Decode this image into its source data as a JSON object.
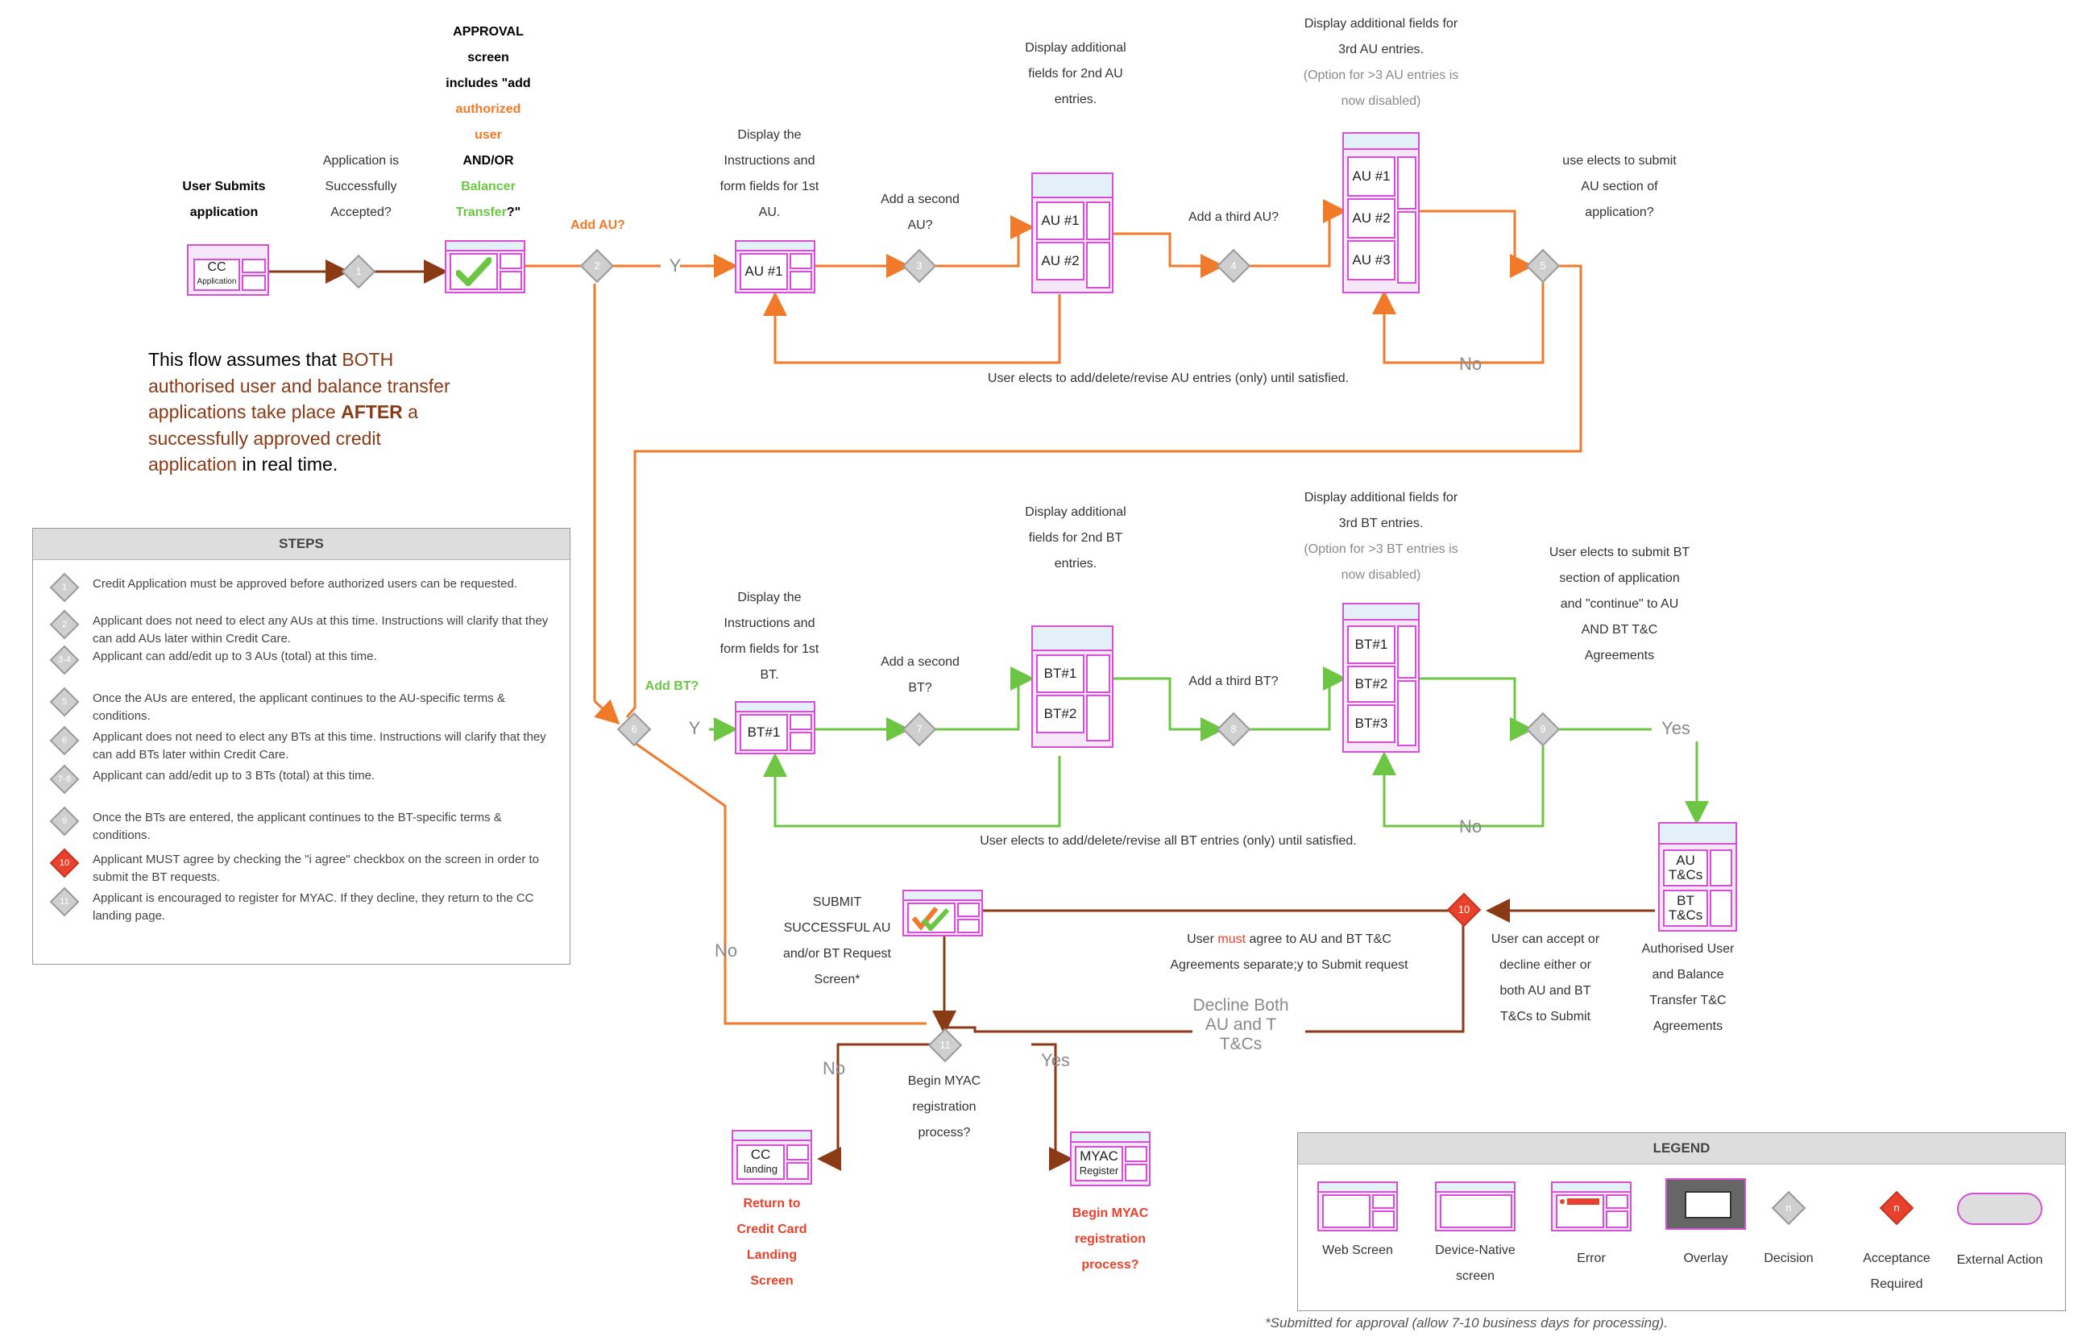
{
  "start": {
    "title": "User Submits application",
    "cc_application": [
      "CC",
      "Application"
    ],
    "accepted_question": "Application is Successfully Accepted?",
    "approval_lines": [
      {
        "text": "APPROVAL",
        "color": "black"
      },
      {
        "text": "screen",
        "color": "black"
      },
      {
        "text": "includes \"add",
        "color": "black"
      },
      {
        "text": "authorized",
        "color": "orange"
      },
      {
        "text": "user",
        "color": "orange"
      },
      {
        "text": "AND/OR",
        "color": "black"
      },
      {
        "text": "Balancer",
        "color": "green"
      },
      {
        "text": "Transfer",
        "color": "green"
      }
    ],
    "approval_tail": "?\""
  },
  "assumption": {
    "lines": [
      [
        {
          "t": "This flow assumes that ",
          "c": "black"
        },
        {
          "t": "BOTH",
          "c": "brown"
        }
      ],
      [
        {
          "t": "authorised user and balance transfer",
          "c": "brown"
        }
      ],
      [
        {
          "t": "applications take place ",
          "c": "brown"
        },
        {
          "t": "AFTER",
          "c": "brownbold"
        },
        {
          "t": " a",
          "c": "brown"
        }
      ],
      [
        {
          "t": "successfully approved credit",
          "c": "brown"
        }
      ],
      [
        {
          "t": "application",
          "c": "brown"
        },
        {
          "t": " in real time.",
          "c": "black"
        }
      ]
    ]
  },
  "au_flow": {
    "add_au": "Add AU?",
    "y_label": "Y",
    "display_instr": "Display the Instructions and form fields for 1st AU.",
    "au1": "AU #1",
    "au2": "AU #2",
    "au3": "AU #3",
    "add_second": "Add a second AU?",
    "display_2nd": "Display additional fields for 2nd AU entries.",
    "add_third": "Add a third AU?",
    "display_3rd": "Display additional fields for 3rd AU entries.",
    "display_3rd_note": "(Option for >3 AU entries is now disabled)",
    "submit_q": "use elects to submit AU section of application?",
    "no_label": "No",
    "loop_text": "User elects to add/delete/revise AU entries (only) until satisfied."
  },
  "bt_flow": {
    "add_bt": "Add BT?",
    "y_label": "Y",
    "display_instr": "Display the Instructions and form fields for 1st BT.",
    "bt1": "BT#1",
    "bt2": "BT#2",
    "bt3": "BT#3",
    "add_second": "Add a second BT?",
    "display_2nd": "Display additional fields for 2nd BT entries.",
    "add_third": "Add a third BT?",
    "display_3rd": "Display additional fields for 3rd BT entries.",
    "display_3rd_note": "(Option for >3 BT entries is now disabled)",
    "submit_q": "User elects to submit BT section of application and \"continue\" to AU AND BT T&C Agreements",
    "yes_label": "Yes",
    "no_label": "No",
    "loop_text": "User elects to add/delete/revise all BT entries (only) until satisfied."
  },
  "tc": {
    "au_tcs": [
      "AU",
      "T&Cs"
    ],
    "bt_tcs": [
      "BT",
      "T&Cs"
    ],
    "caption": "Authorised User and Balance Transfer T&C Agreements",
    "accept_text": "User can accept or decline either or both AU and BT T&Cs to Submit",
    "must_pre": "User ",
    "must_word": "must",
    "must_post": " agree to AU and BT T&C",
    "must_line2": "Agreements separate;y to Submit request",
    "decline": "Decline Both AU and  T T&Cs",
    "submit_success": "SUBMIT SUCCESSFUL AU and/or BT Request Screen*",
    "no_label": "No"
  },
  "myac": {
    "question": "Begin MYAC registration process?",
    "no_label": "No",
    "yes_label": "Yes",
    "cc_landing": [
      "CC",
      "landing"
    ],
    "return_text": "Return to Credit Card Landing Screen",
    "myac_register": [
      "MYAC",
      "Register"
    ],
    "begin_text": "Begin MYAC registration process?"
  },
  "diamonds": [
    "1",
    "2",
    "3",
    "4",
    "5",
    "6",
    "7",
    "8",
    "9",
    "10",
    "11"
  ],
  "steps": {
    "title": "STEPS",
    "items": [
      {
        "num": "1",
        "text": "Credit Application must be approved before authorized users can be requested."
      },
      {
        "num": "2",
        "text": "Applicant does not need to elect any AUs at this time. Instructions will clarify that they can add AUs later within Credit Care."
      },
      {
        "num": "3-4",
        "text": "Applicant can add/edit up to 3 AUs (total) at this time."
      },
      {
        "num": "5",
        "text": "Once the AUs are entered, the applicant continues to the AU-specific terms & conditions."
      },
      {
        "num": "6",
        "text": "Applicant does not need to elect any BTs at this time. Instructions will clarify that they can add BTs later within Credit Care."
      },
      {
        "num": "7-8",
        "text": "Applicant can add/edit up to 3 BTs (total) at this time."
      },
      {
        "num": "9",
        "text": "Once the BTs are entered, the applicant continues to the BT-specific terms & conditions."
      },
      {
        "num": "10",
        "text": "Applicant MUST agree by checking the \"i agree\" checkbox on the screen in order to submit the BT requests.",
        "red": true
      },
      {
        "num": "11",
        "text": "Applicant is encouraged to register for MYAC. If they decline, they return to the CC landing page."
      }
    ]
  },
  "legend": {
    "title": "LEGEND",
    "web_screen": "Web Screen",
    "device_native": "Device-Native screen",
    "error": "Error",
    "overlay": "Overlay",
    "decision": "Decision",
    "decision_symbol": "n",
    "acceptance": "Acceptance Required",
    "acceptance_symbol": "n",
    "external": "External Action"
  },
  "footnote": "*Submitted for approval (allow 7-10 business days for processing).",
  "colors": {
    "orange": "#f07a2a",
    "green": "#6cc644",
    "brown": "#8b3a16",
    "red": "#e8412c",
    "magenta": "#d64fd6",
    "grey": "#8a8a8a"
  }
}
